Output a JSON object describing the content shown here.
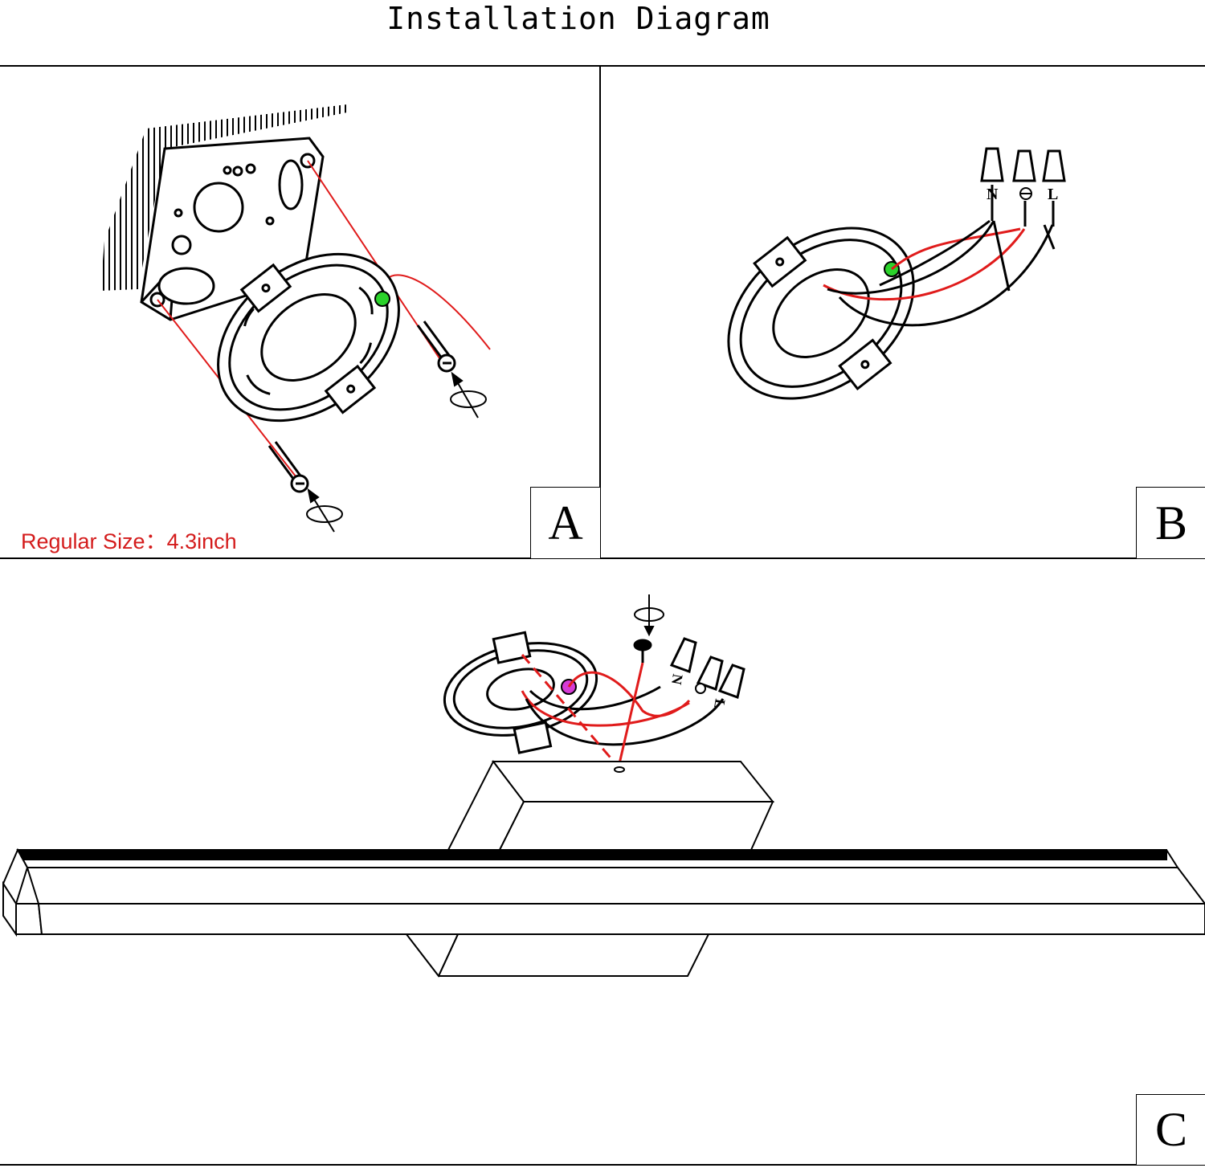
{
  "title": "Installation Diagram",
  "note": "Regular Size：4.3inch",
  "panels": {
    "a": {
      "label": "A"
    },
    "b": {
      "label": "B"
    },
    "c": {
      "label": "C"
    }
  },
  "wire_labels": {
    "neutral": "N",
    "live": "L"
  },
  "colors": {
    "line": "#000000",
    "wire_red": "#e01b1b",
    "ground_screw": "#2bd32b",
    "ground_screw_c": "#d63bd6",
    "note": "#d41c1c"
  },
  "icons": [
    "ground-symbol-icon",
    "rotate-arrow-icon",
    "screw-icon",
    "wire-nut-icon"
  ]
}
